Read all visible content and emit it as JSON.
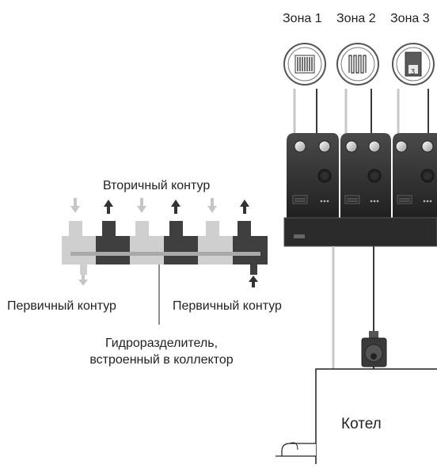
{
  "zones": [
    {
      "label": "Зона 1",
      "icon": "radiator-icon"
    },
    {
      "label": "Зона 2",
      "icon": "floor-heating-icon"
    },
    {
      "label": "Зона 3",
      "icon": "towel-rail-icon"
    }
  ],
  "separator_diagram": {
    "secondary_circuit_label": "Вторичный контур",
    "primary_circuit_left_label": "Первичный контур",
    "primary_circuit_right_label": "Первичный контур",
    "hydro_separator_label_line1": "Гидроразделитель,",
    "hydro_separator_label_line2": "встроенный в коллектор"
  },
  "boiler": {
    "label": "Котел"
  },
  "colors": {
    "dark": "#3f3f3f",
    "light": "#cfcfcf",
    "mid": "#a9a9a9",
    "pipe_light": "#c8c8c8",
    "pipe_dark": "#3a3a3a"
  }
}
